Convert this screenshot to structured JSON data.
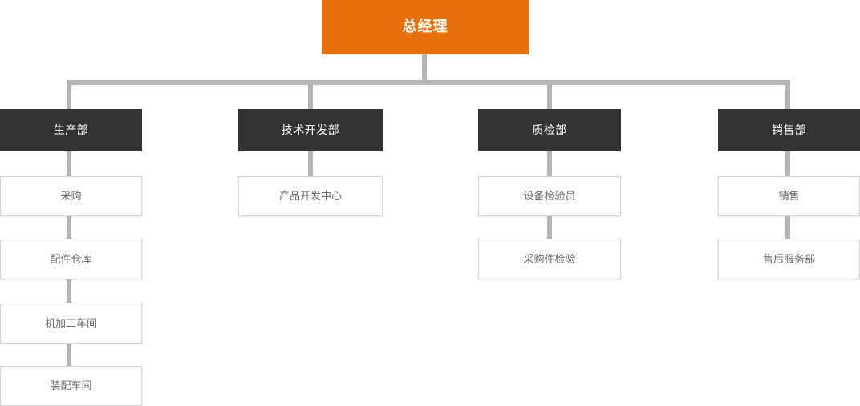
{
  "chart_data": {
    "type": "diagram",
    "diagram_type": "organization-chart",
    "title": "",
    "orientation": "top-down",
    "colors": {
      "root_box": "#e8700a",
      "department_box": "#333333",
      "unit_box_background": "#ffffff",
      "unit_box_border": "#d4d4d4",
      "connector": "#b4b4b4",
      "root_text": "#ffffff",
      "department_text": "#ffffff",
      "unit_text": "#666666",
      "canvas": "#ffffff"
    },
    "levels": 3,
    "nodes": [
      {
        "id": "root",
        "label": "总经理",
        "level": 0,
        "parent": null
      },
      {
        "id": "d1",
        "label": "生产部",
        "level": 1,
        "parent": "root"
      },
      {
        "id": "d2",
        "label": "技术开发部",
        "level": 1,
        "parent": "root"
      },
      {
        "id": "d3",
        "label": "质检部",
        "level": 1,
        "parent": "root"
      },
      {
        "id": "d4",
        "label": "销售部",
        "level": 1,
        "parent": "root"
      },
      {
        "id": "d1u1",
        "label": "采购",
        "level": 2,
        "parent": "d1"
      },
      {
        "id": "d1u2",
        "label": "配件仓库",
        "level": 2,
        "parent": "d1"
      },
      {
        "id": "d1u3",
        "label": "机加工车间",
        "level": 2,
        "parent": "d1"
      },
      {
        "id": "d1u4",
        "label": "装配车间",
        "level": 2,
        "parent": "d1"
      },
      {
        "id": "d2u1",
        "label": "产品开发中心",
        "level": 2,
        "parent": "d2"
      },
      {
        "id": "d3u1",
        "label": "设备检验员",
        "level": 2,
        "parent": "d3"
      },
      {
        "id": "d3u2",
        "label": "采购件检验",
        "level": 2,
        "parent": "d3"
      },
      {
        "id": "d4u1",
        "label": "销售",
        "level": 2,
        "parent": "d4"
      },
      {
        "id": "d4u2",
        "label": "售后服务部",
        "level": 2,
        "parent": "d4"
      }
    ]
  },
  "root": {
    "label": "总经理"
  },
  "departments": [
    {
      "label": "生产部",
      "units": [
        {
          "label": "采购"
        },
        {
          "label": "配件仓库"
        },
        {
          "label": "机加工车间"
        },
        {
          "label": "装配车间"
        }
      ]
    },
    {
      "label": "技术开发部",
      "units": [
        {
          "label": "产品开发中心"
        }
      ]
    },
    {
      "label": "质检部",
      "units": [
        {
          "label": "设备检验员"
        },
        {
          "label": "采购件检验"
        }
      ]
    },
    {
      "label": "销售部",
      "units": [
        {
          "label": "销售"
        },
        {
          "label": "售后服务部"
        }
      ]
    }
  ]
}
